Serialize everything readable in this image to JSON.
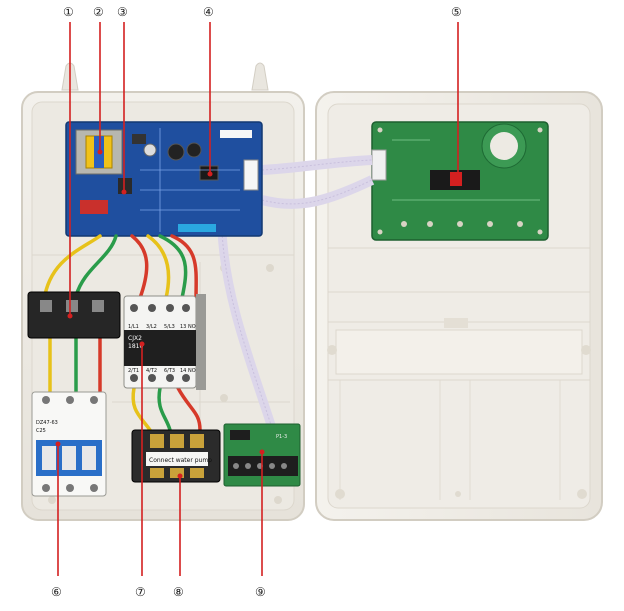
{
  "callouts": [
    {
      "id": 1,
      "label": "①"
    },
    {
      "id": 2,
      "label": "②"
    },
    {
      "id": 3,
      "label": "③"
    },
    {
      "id": 4,
      "label": "④"
    },
    {
      "id": 5,
      "label": "⑤"
    },
    {
      "id": 6,
      "label": "⑥"
    },
    {
      "id": 7,
      "label": "⑦"
    },
    {
      "id": 8,
      "label": "⑧"
    },
    {
      "id": 9,
      "label": "⑨"
    }
  ],
  "markings": {
    "terminal_block_label": "Connect water pump",
    "contactor_model": "CJX2",
    "contactor_rating": "1810",
    "contactor_terminals_top": [
      "1/L1",
      "3/L2",
      "5/L3",
      "13 NO"
    ],
    "contactor_terminals_bottom": [
      "2/T1",
      "4/T2",
      "6/T3",
      "14 NO"
    ],
    "breaker_model": "DZ47-63",
    "breaker_rating": "C25",
    "small_board_label": "P1-3"
  },
  "colors": {
    "enclosure": "#efece6",
    "pcb_blue": "#1f4f9f",
    "pcb_green": "#2f8a46",
    "callout_red": "#d42020"
  }
}
